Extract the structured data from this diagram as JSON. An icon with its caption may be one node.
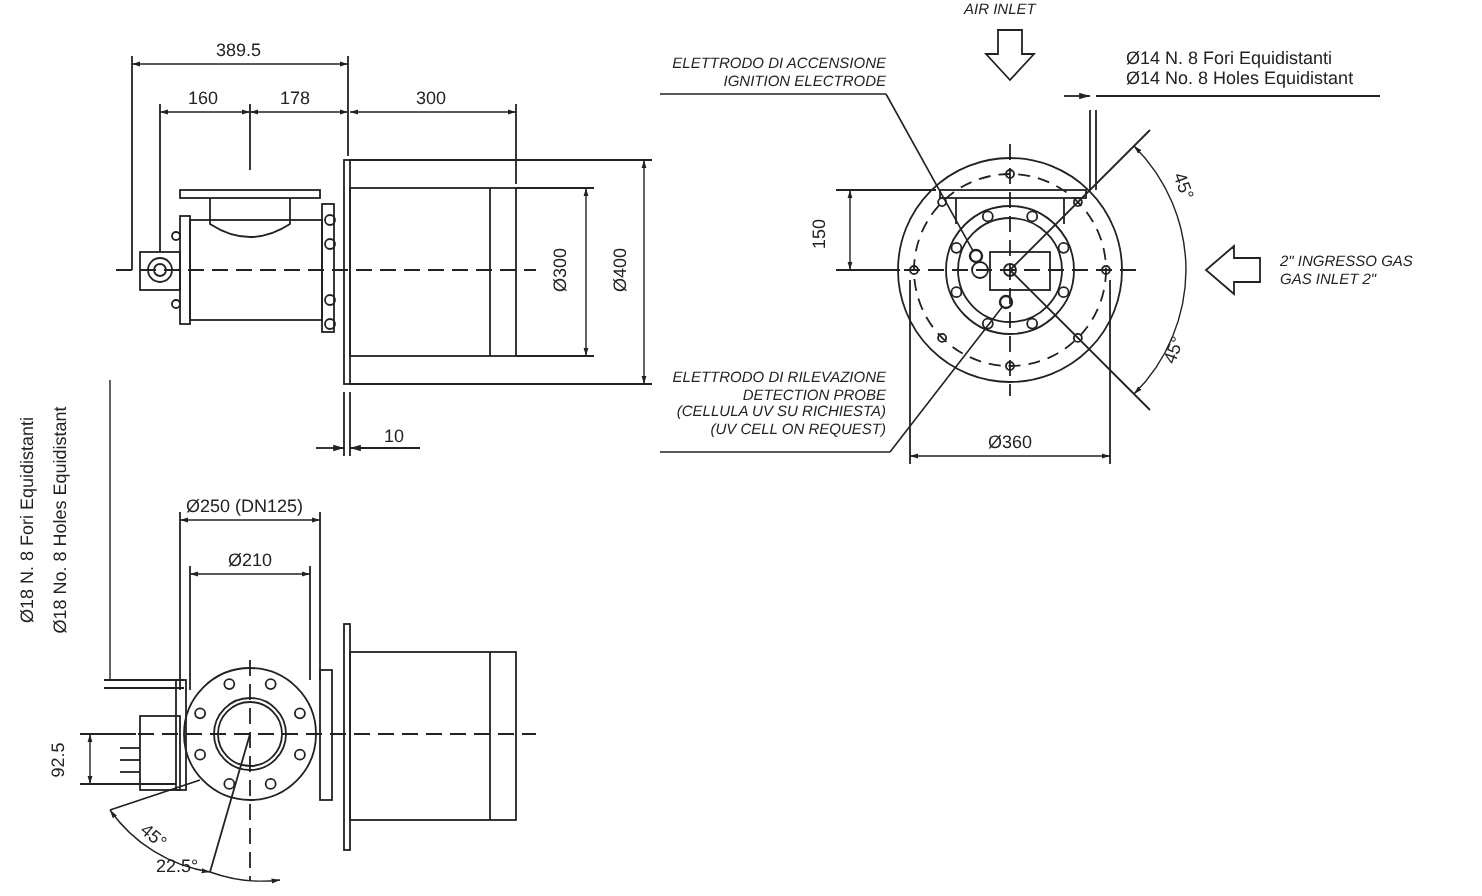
{
  "diagram": {
    "nodes": [
      {
        "text": [
          "ELETTRODO DI ACCENSIONE",
          "IGNITION ELECTRODE"
        ]
      },
      {
        "text": [
          "ELETTRODO DI RILEVAZIONE",
          "DETECTION PROBE",
          "(CELLULA UV SU RICHIESTA)",
          "(UV CELL ON REQUEST)"
        ]
      },
      {
        "text": [],
        "shape": "circle"
      },
      {
        "text": [],
        "shape": "circle"
      }
    ],
    "edges": [
      {
        "from": 0,
        "to": 2,
        "arrow": "none"
      },
      {
        "from": 1,
        "to": 3,
        "arrow": "none"
      }
    ],
    "labels": [
      "AIR INLET",
      "389.5",
      "160",
      "178",
      "300",
      "Ø14 N. 8 Fori Equidistanti",
      "Ø14 No. 8 Holes Equidistant",
      "45°",
      "150",
      "Ø300",
      "Ø400",
      "2\" INGRESSO GAS",
      "GAS INLET 2\"",
      "45°",
      "10",
      "Ø360",
      "Ø18 N. 8 Fori Equidistanti",
      "Ø18 No. 8 Holes Equidistant",
      "Ø250 (DN125)",
      "Ø210",
      "92.5",
      "45°",
      "22.5°"
    ]
  }
}
